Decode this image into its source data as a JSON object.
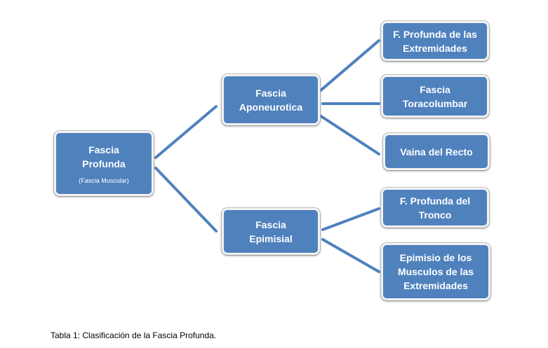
{
  "colors": {
    "box_fill": "#4f81bd",
    "box_text": "#ffffff",
    "connector": "#4f81bd"
  },
  "diagram": {
    "root": {
      "label": "Fascia\nProfunda",
      "note": "(Fascia Muscular)"
    },
    "branches": [
      {
        "label": "Fascia\nAponeurotica",
        "children": [
          "F. Profunda de las\nExtremidades",
          "Fascia\nToracolumbar",
          "Vaina del Recto"
        ]
      },
      {
        "label": "Fascia\nEpimisial",
        "children": [
          "F. Profunda del\nTronco",
          "Epimisio de los\nMusculos de las\nExtremidades"
        ]
      }
    ]
  },
  "caption": "Tabla 1: Clasificación de la Fascia Profunda."
}
